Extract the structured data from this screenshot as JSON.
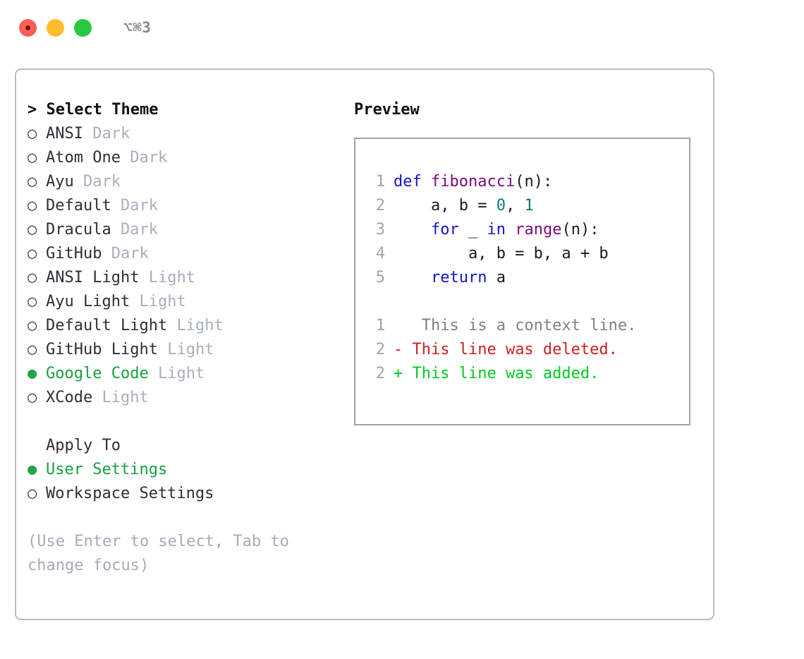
{
  "titlebar": {
    "shortcut": "⌥⌘3",
    "buttons": [
      {
        "name": "close",
        "color": "#ff5f57"
      },
      {
        "name": "minimize",
        "color": "#febc2e"
      },
      {
        "name": "maximize",
        "color": "#28c840"
      }
    ]
  },
  "theme_picker": {
    "title": "Select Theme",
    "caret": ">",
    "marker_unselected": "○",
    "marker_selected": "●",
    "items": [
      {
        "name": "ANSI",
        "variant": "Dark",
        "selected": false
      },
      {
        "name": "Atom One",
        "variant": "Dark",
        "selected": false
      },
      {
        "name": "Ayu",
        "variant": "Dark",
        "selected": false
      },
      {
        "name": "Default",
        "variant": "Dark",
        "selected": false
      },
      {
        "name": "Dracula",
        "variant": "Dark",
        "selected": false
      },
      {
        "name": "GitHub",
        "variant": "Dark",
        "selected": false
      },
      {
        "name": "ANSI Light",
        "variant": "Light",
        "selected": false
      },
      {
        "name": "Ayu Light",
        "variant": "Light",
        "selected": false
      },
      {
        "name": "Default Light",
        "variant": "Light",
        "selected": false
      },
      {
        "name": "GitHub Light",
        "variant": "Light",
        "selected": false
      },
      {
        "name": "Google Code",
        "variant": "Light",
        "selected": true
      },
      {
        "name": "XCode",
        "variant": "Light",
        "selected": false
      }
    ]
  },
  "apply_to": {
    "heading": "Apply To",
    "items": [
      {
        "name": "User Settings",
        "selected": true
      },
      {
        "name": "Workspace Settings",
        "selected": false
      }
    ]
  },
  "hint": "(Use Enter to select, Tab to change focus)",
  "preview": {
    "title": "Preview",
    "code_lines": [
      {
        "number": "1",
        "tokens": [
          {
            "text": "def ",
            "style": "kw"
          },
          {
            "text": "fibonacci",
            "style": "fn"
          },
          {
            "text": "(n):",
            "style": "pl"
          }
        ]
      },
      {
        "number": "2",
        "tokens": [
          {
            "text": "    a, b = ",
            "style": "pl"
          },
          {
            "text": "0",
            "style": "num"
          },
          {
            "text": ", ",
            "style": "pl"
          },
          {
            "text": "1",
            "style": "num"
          }
        ]
      },
      {
        "number": "3",
        "tokens": [
          {
            "text": "    ",
            "style": "pl"
          },
          {
            "text": "for",
            "style": "kw"
          },
          {
            "text": " _ ",
            "style": "pl"
          },
          {
            "text": "in",
            "style": "kw"
          },
          {
            "text": " ",
            "style": "pl"
          },
          {
            "text": "range",
            "style": "fn"
          },
          {
            "text": "(n):",
            "style": "pl"
          }
        ]
      },
      {
        "number": "4",
        "tokens": [
          {
            "text": "        a, b = b, a + b",
            "style": "pl"
          }
        ]
      },
      {
        "number": "5",
        "tokens": [
          {
            "text": "    ",
            "style": "pl"
          },
          {
            "text": "return",
            "style": "kw"
          },
          {
            "text": " a",
            "style": "pl"
          }
        ]
      }
    ],
    "diff_lines": [
      {
        "number": "1",
        "marker": " ",
        "text": "  This is a context line.",
        "style": "ctx"
      },
      {
        "number": "2",
        "marker": "-",
        "text": " This line was deleted.",
        "style": "del"
      },
      {
        "number": "2",
        "marker": "+",
        "text": " This line was added.",
        "style": "add"
      }
    ]
  },
  "colors": {
    "accent_green": "#17a03f",
    "marker_green": "#22a44a",
    "muted": "#a8afbb",
    "hint": "#a4abb8",
    "panel_border": "#b3bcc8",
    "preview_border": "#9aa5b4",
    "keyword": "#1414c8",
    "function": "#7b0a7b",
    "number": "#0b7b7b",
    "plain": "#1a1a1a",
    "line_number": "#9aa5b4",
    "diff_context": "#808080",
    "diff_delete": "#cc1f1f",
    "diff_add": "#00cc22"
  }
}
